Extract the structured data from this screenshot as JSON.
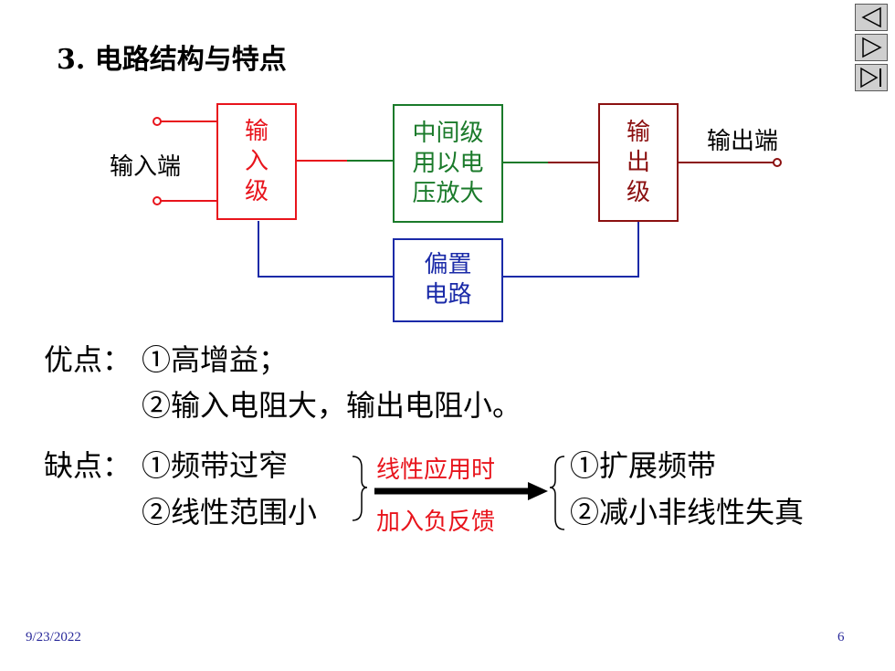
{
  "title": "3. 电路结构与特点",
  "diagram": {
    "input_terminal": "输入端",
    "output_terminal": "输出端",
    "input_stage": [
      "输",
      "入",
      "级"
    ],
    "middle_stage": [
      "中间级",
      "用以电",
      "压放大"
    ],
    "output_stage": [
      "输",
      "出",
      "级"
    ],
    "bias_circuit": [
      "偏置",
      "电路"
    ],
    "colors": {
      "input_stage": "#e8141c",
      "middle_stage": "#1a7a2a",
      "output_stage": "#8b1010",
      "bias_circuit": "#1a2aa8"
    }
  },
  "advantages": {
    "label": "优点：",
    "item1": "①高增益；",
    "item2": "②输入电阻大，输出电阻小。"
  },
  "disadvantages": {
    "label": "缺点：",
    "item1": "①频带过窄",
    "item2": "②线性范围小"
  },
  "arrow": {
    "top": "线性应用时",
    "bottom": "加入负反馈"
  },
  "results": {
    "item1": "①扩展频带",
    "item2": "②减小非线性失真"
  },
  "footer": {
    "date": "9/23/2022",
    "page": "6"
  },
  "nav": {
    "icons": [
      "prev-icon",
      "next-icon",
      "last-icon"
    ]
  }
}
